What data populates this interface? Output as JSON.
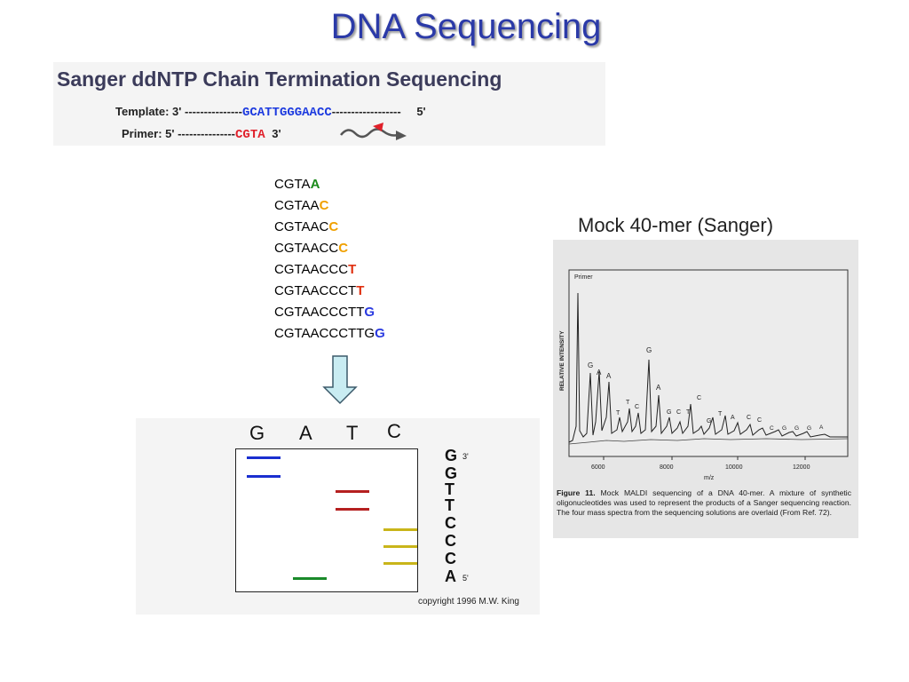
{
  "slide": {
    "title": "DNA Sequencing"
  },
  "sanger": {
    "title": "Sanger ddNTP Chain Termination Sequencing",
    "template": {
      "label": "Template: 3'",
      "dashes_left": "---------------",
      "sequence": "GCATTGGGAACC",
      "dashes_right": "------------------",
      "end": "5'"
    },
    "primer": {
      "label": "Primer: 5'",
      "dashes_left": "---------------",
      "sequence": "CGTA",
      "end": "3'"
    }
  },
  "fragments": [
    {
      "prefix": "CGTA",
      "terminal": "A",
      "color": "#1a8a1a"
    },
    {
      "prefix": "CGTAA",
      "terminal": "C",
      "color": "#f0a000"
    },
    {
      "prefix": "CGTAAC",
      "terminal": "C",
      "color": "#f0a000"
    },
    {
      "prefix": "CGTAACC",
      "terminal": "C",
      "color": "#f0a000"
    },
    {
      "prefix": "CGTAACCC",
      "terminal": "T",
      "color": "#e03010"
    },
    {
      "prefix": "CGTAACCCT",
      "terminal": "T",
      "color": "#e03010"
    },
    {
      "prefix": "CGTAACCCTT",
      "terminal": "G",
      "color": "#2a3ae0"
    },
    {
      "prefix": "CGTAACCCTTG",
      "terminal": "G",
      "color": "#2a3ae0"
    }
  ],
  "gel": {
    "lanes": [
      "G",
      "A",
      "T",
      "C"
    ],
    "read": [
      "G",
      "G",
      "T",
      "T",
      "C",
      "C",
      "C",
      "A"
    ],
    "read_top_label": "3'",
    "read_bottom_label": "5'",
    "copyright": "copyright 1996  M.W. King",
    "colors": {
      "G": "#1a2fd0",
      "A": "#1a8a2a",
      "T": "#b52020",
      "C": "#c9b51a"
    }
  },
  "maldi": {
    "title": "Mock 40-mer (Sanger)",
    "y_axis_label": "RELATIVE INTENSITY",
    "primer_label": "Primer",
    "x_ticks": [
      "6000",
      "8000",
      "10000",
      "12000"
    ],
    "x_axis_label": "m/z",
    "peak_labels": [
      "G",
      "A",
      "A",
      "T",
      "T",
      "C",
      "G",
      "A",
      "G",
      "C",
      "T",
      "C",
      "G",
      "T",
      "A",
      "C",
      "C",
      "C",
      "G",
      "G",
      "G",
      "A"
    ],
    "caption_bold": "Figure 11.",
    "caption_text": " Mock MALDI sequencing of a DNA 40-mer. A mixture of synthetic oligonucleotides was used to represent the products of a Sanger sequencing reaction. The four mass spectra from the sequencing solutions are overlaid (From Ref. 72)."
  }
}
